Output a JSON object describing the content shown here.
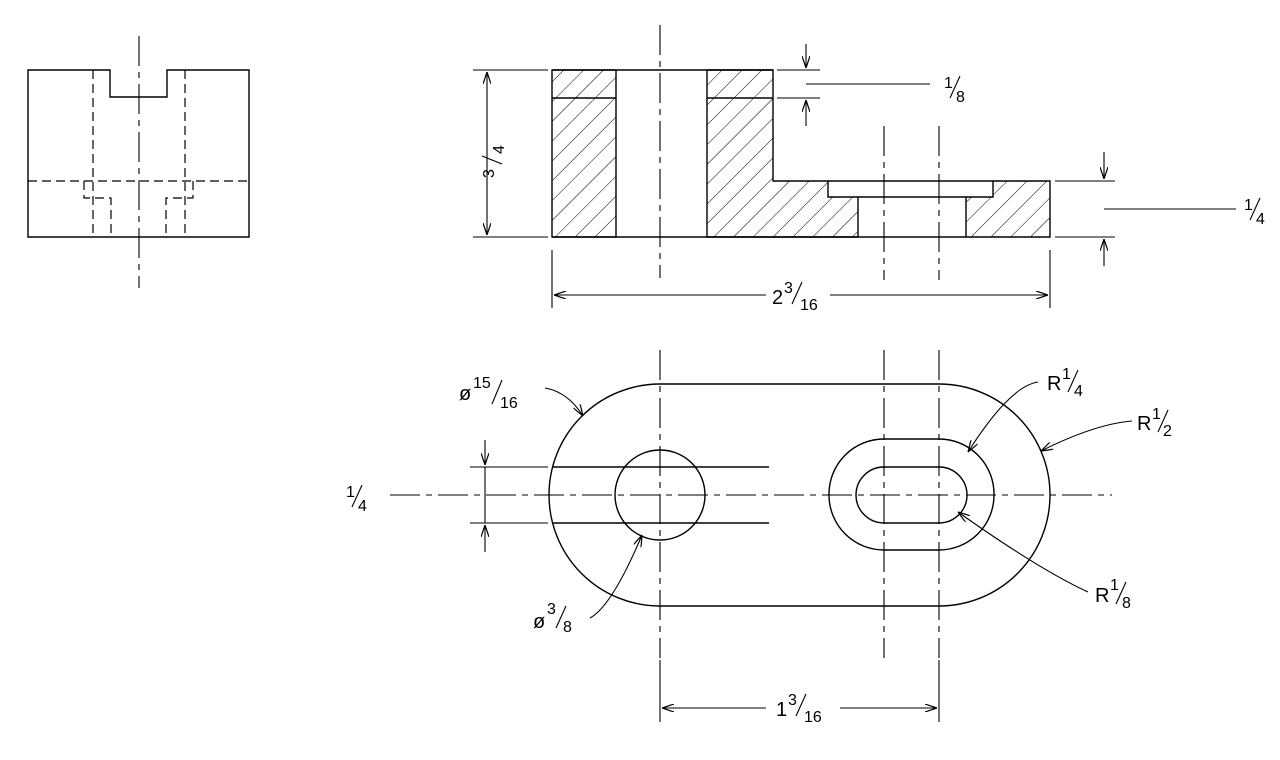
{
  "dimensions": {
    "top_step_height": {
      "num": "1",
      "den": "8"
    },
    "total_height": {
      "num": "3",
      "den": "4"
    },
    "base_thickness": {
      "num": "1",
      "den": "4"
    },
    "overall_length": {
      "whole": "2",
      "num": "3",
      "den": "16"
    },
    "outer_diameter": {
      "prefix": "ø",
      "num": "15",
      "den": "16"
    },
    "slot_width": {
      "num": "1",
      "den": "4"
    },
    "bore_diameter": {
      "prefix": "ø",
      "num": "3",
      "den": "8"
    },
    "center_distance": {
      "whole": "1",
      "num": "3",
      "den": "16"
    },
    "slot_radius_outer": {
      "prefix": "R",
      "num": "1",
      "den": "4"
    },
    "end_radius": {
      "prefix": "R",
      "num": "1",
      "den": "2"
    },
    "slot_radius_inner": {
      "prefix": "R",
      "num": "1",
      "den": "8"
    }
  }
}
